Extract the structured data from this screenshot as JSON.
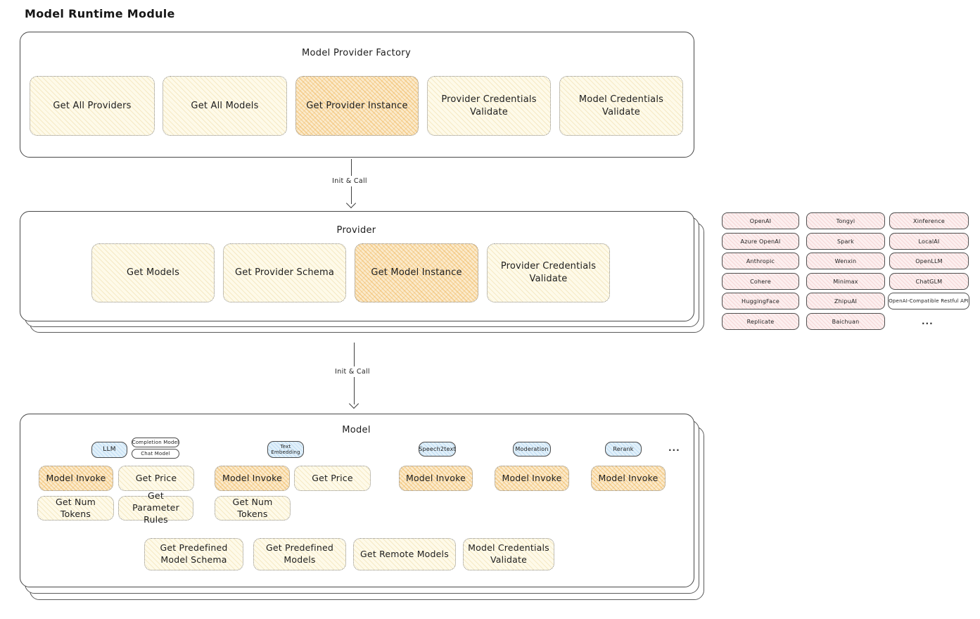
{
  "title": "Model Runtime Module",
  "colors": {
    "node_yellow": "#FEFAE9",
    "node_highlight_orange": "#FBEACB",
    "tab_blue": "#E1F0FA",
    "provider_pink": "#FCEFEF",
    "stroke": "#3D3D3D"
  },
  "factory": {
    "title": "Model Provider Factory",
    "boxes": [
      {
        "label": "Get All Providers",
        "highlight": false
      },
      {
        "label": "Get All Models",
        "highlight": false
      },
      {
        "label": "Get Provider Instance",
        "highlight": true
      },
      {
        "label": "Provider Credentials Validate",
        "highlight": false
      },
      {
        "label": "Model Credentials Validate",
        "highlight": false
      }
    ]
  },
  "arrow1": {
    "label": "Init & Call"
  },
  "arrow2": {
    "label": "Init & Call"
  },
  "provider": {
    "title": "Provider",
    "boxes": [
      {
        "label": "Get Models",
        "highlight": false
      },
      {
        "label": "Get Provider Schema",
        "highlight": false
      },
      {
        "label": "Get Model Instance",
        "highlight": true
      },
      {
        "label": "Provider Credentials Validate",
        "highlight": false
      }
    ]
  },
  "provider_list": {
    "items": [
      "OpenAI",
      "Tongyi",
      "Xinference",
      "Azure OpenAI",
      "Spark",
      "LocalAI",
      "Anthropic",
      "Wenxin",
      "OpenLLM",
      "Cohere",
      "Minimax",
      "ChatGLM",
      "HuggingFace",
      "ZhipuAI",
      "OpenAI-Compatible Restful API",
      "Replicate",
      "Baichuan"
    ],
    "more": "..."
  },
  "model": {
    "title": "Model",
    "tabs": {
      "llm": "LLM",
      "completion": "Completion Model",
      "chat": "Chat Model",
      "text_embedding": "Text Embedding",
      "speech2text": "Speech2text",
      "moderation": "Moderation",
      "rerank": "Rerank",
      "more": "..."
    },
    "ops": {
      "model_invoke": "Model Invoke",
      "get_price": "Get Price",
      "get_num_tokens": "Get Num Tokens",
      "get_parameter_rules": "Get Parameter Rules"
    },
    "bottom": [
      "Get Predefined Model Schema",
      "Get Predefined Models",
      "Get Remote Models",
      "Model Credentials Validate"
    ]
  }
}
